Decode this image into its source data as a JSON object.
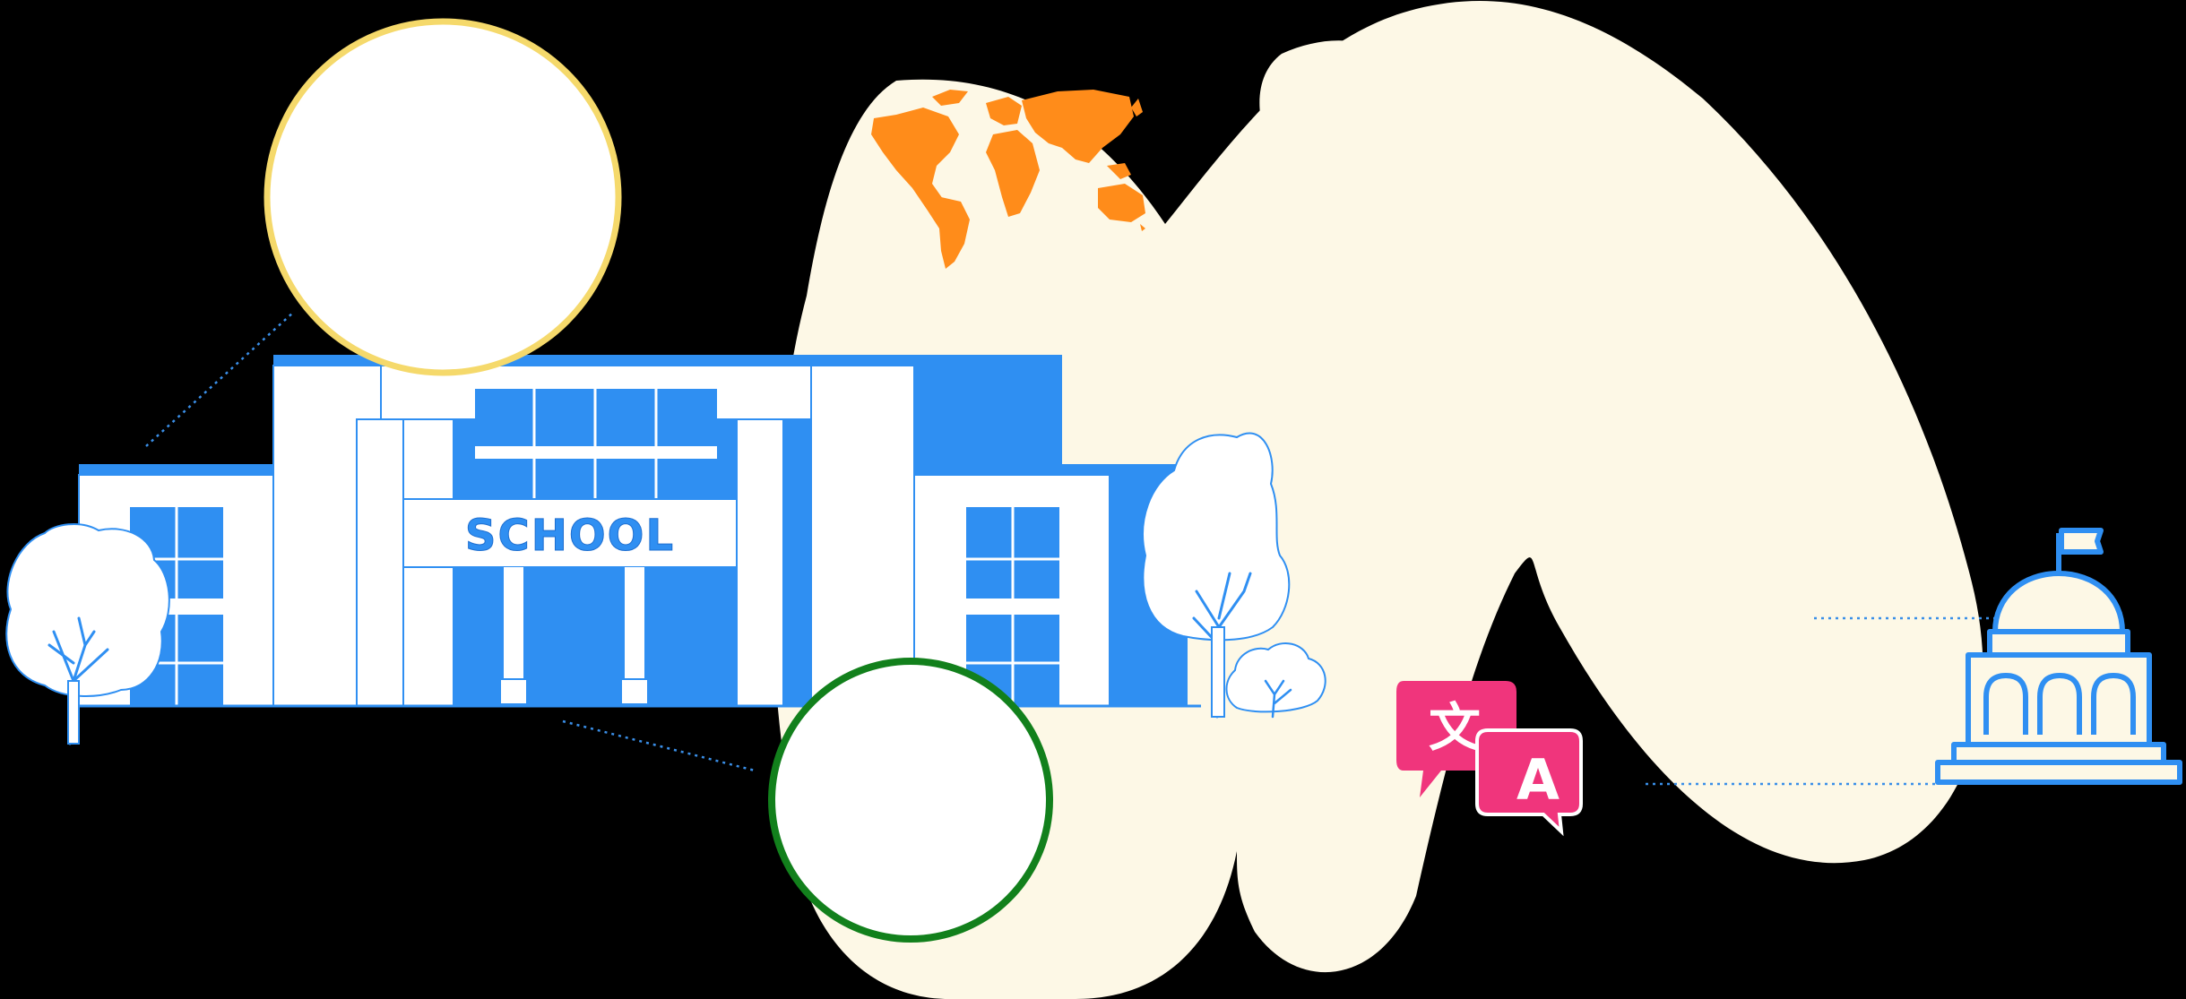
{
  "school_sign": "SCHOOL",
  "translate_icon": {
    "source_glyph": "文",
    "target_glyph": "A"
  },
  "icons": [
    "school-building",
    "world-map-icon",
    "translate-icon",
    "government-building-icon",
    "tree-icon",
    "flag-icon"
  ],
  "colors": {
    "background": "#000000",
    "blob": "#fdf8e6",
    "building_blue": "#2f8ff2",
    "map_orange": "#ff8c1a",
    "translate_pink": "#f0357c",
    "yellow_ring": "#f5d96b",
    "green_ring": "#12801c"
  }
}
